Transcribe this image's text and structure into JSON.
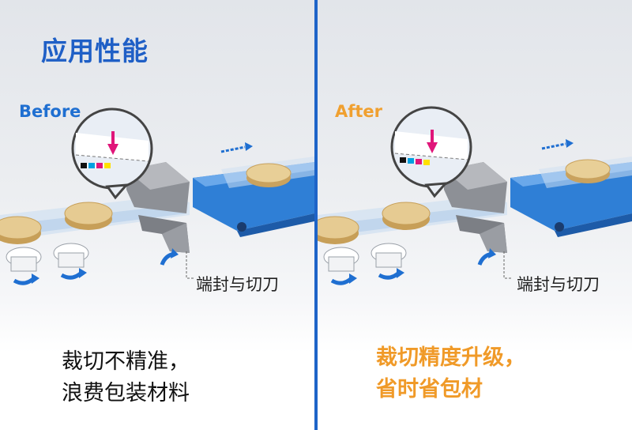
{
  "page": {
    "title": "应用性能"
  },
  "left": {
    "tag": "Before",
    "callout": "端封与切刀",
    "caption_line1": "裁切不精准，",
    "caption_line2": "浪费包装材料"
  },
  "right": {
    "tag": "After",
    "callout": "端封与切刀",
    "caption_line1": "裁切精度升级，",
    "caption_line2": "省时省包材"
  },
  "colors": {
    "brand_blue": "#1f5fc6",
    "after_orange": "#f09a28",
    "divider": "#1e64c8",
    "marker_magenta": "#e0167a"
  },
  "icons": [
    "arrow-right-icon",
    "rotate-arrow-icon",
    "magnifier-callout-icon",
    "registration-mark-icon"
  ]
}
